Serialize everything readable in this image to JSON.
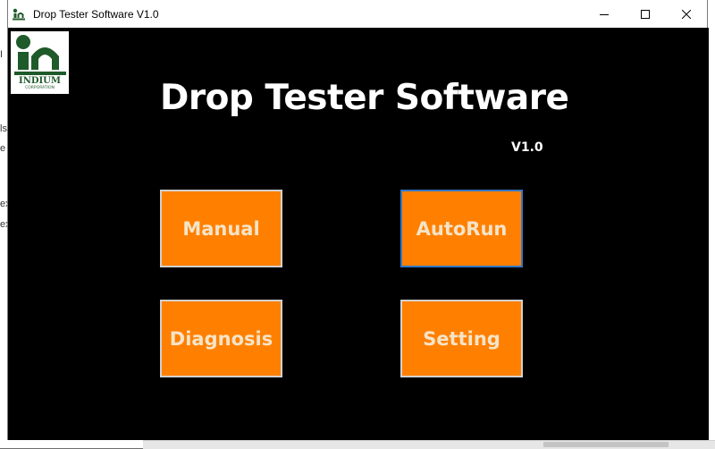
{
  "window": {
    "title": "Drop Tester Software V1.0"
  },
  "logo": {
    "name": "INDIUM",
    "subtitle": "CORPORATION"
  },
  "main": {
    "title": "Drop Tester Software",
    "version": "V1.0"
  },
  "buttons": {
    "manual": "Manual",
    "autorun": "AutoRun",
    "diagnosis": "Diagnosis",
    "setting": "Setting"
  },
  "background": {
    "edge_text": [
      "I",
      "ls",
      "e",
      "ex",
      "ex"
    ]
  },
  "colors": {
    "background": "#000000",
    "button_fill": "#ff8000",
    "button_text": "#f4e4c8",
    "button_border": "#d0d0d0",
    "focus_border": "#3478c6",
    "logo_green": "#1f5a2a"
  },
  "icons": {
    "app": "indium-app-icon",
    "minimize": "minimize-icon",
    "maximize": "maximize-icon",
    "close": "close-icon"
  }
}
